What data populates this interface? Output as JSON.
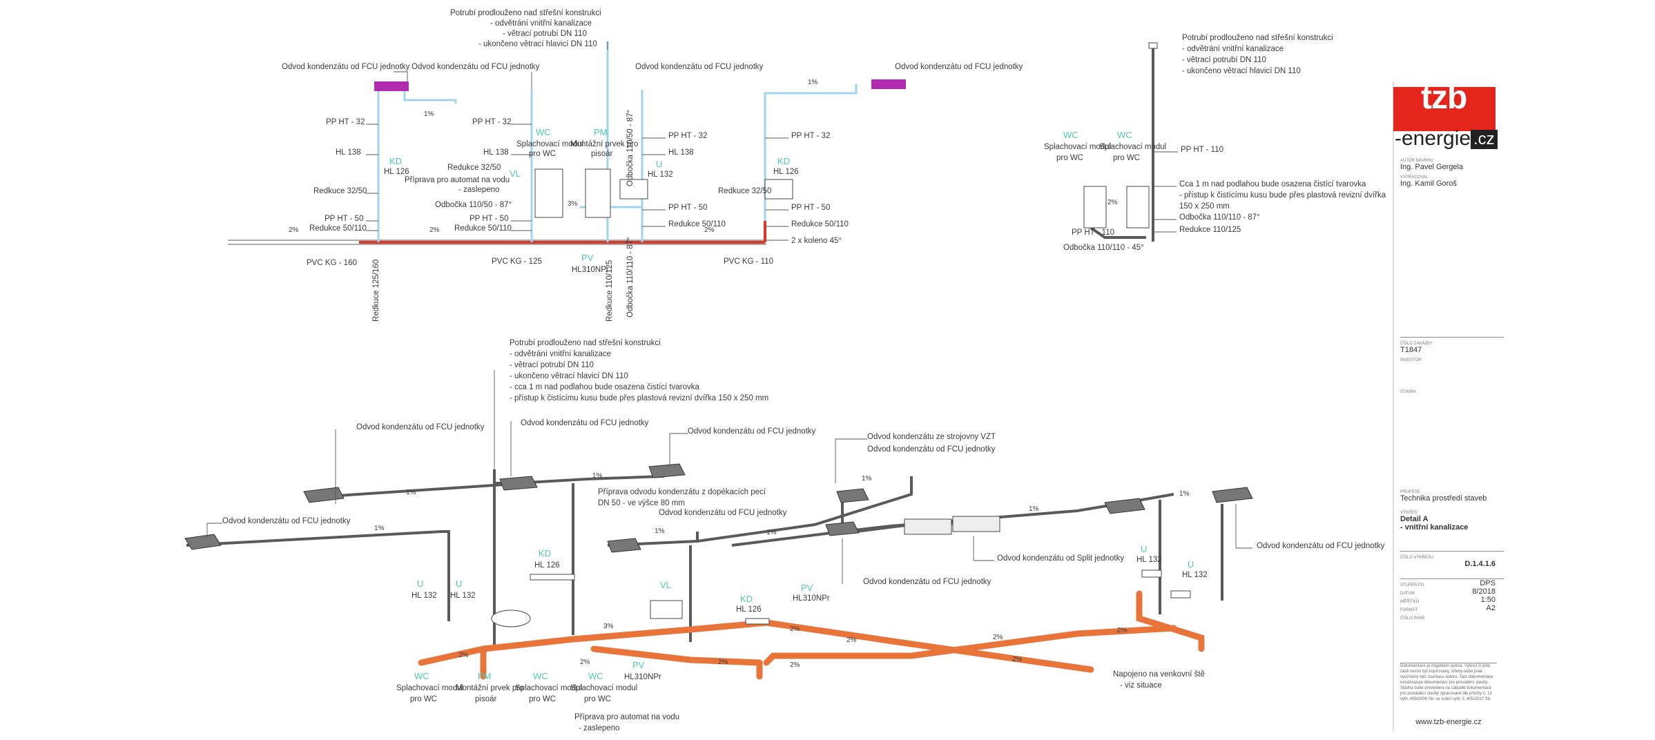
{
  "title_block": {
    "logo_main": "tzb",
    "logo_sub": "-energie",
    "logo_tld": ".cz",
    "author_label": "AUTOR NÁVRHU",
    "author": "Ing. Pavel Gergela",
    "drafter_label": "VYPRACOVAL",
    "drafter": "Ing. Kamil Goroš",
    "order_label": "ČÍSLO ZAKÁZKY",
    "order_no": "T1847",
    "investor_label": "INVESTOR",
    "building_label": "STAVBA",
    "profession_label": "PROFESE",
    "profession": "Technika prostředí staveb",
    "drawing_label": "VÝKRES",
    "drawing_title_1": "Detail A",
    "drawing_title_2": "- vnitřní kanalizace",
    "drawing_no_label": "ČÍSLO VÝKRESU",
    "drawing_no": "D.1.4.1.6",
    "stage_label": "STUPEŇ PD",
    "stage": "DPS",
    "date_label": "DATUM",
    "date": "8/2018",
    "scale_label": "MĚŘÍTKO",
    "scale": "1:50",
    "format_label": "FORMÁT",
    "format": "A2",
    "copy_label": "ČÍSLO PARE",
    "disclaimer": "Dokumentace je majetkem autora. Výkres či jeho části nesmí být kopírovány, šířeny nebo jinak využívány bez souhlasu autora. Tato dokumentace nenahrazuje dokumentaci pro provádění stavby. Stavba bude provedena na základě dokumentace pro provádění stavby zpracované dle přílohy č. 13 vyhl. 499/2006 Sb. ve znění vyhl. č. 405/2017 Sb.",
    "website": "www.tzb-energie.cz"
  },
  "top_left": {
    "roof_note": [
      "Potrubí prodlouženo nad střešní konstrukci",
      "- odvětrání vnitřní kanalizace",
      "- větrací potrubí DN 110",
      "- ukončeno větrací hlavicí DN 110"
    ],
    "fcu1": "Odvod kondenzátu od FCU jednotky",
    "fcu2": "Odvod kondenzátu od FCU jednotky",
    "fcu3": "Odvod kondenzátu od FCU jednotky",
    "fcu4": "Odvod kondenzátu od FCU jednotky",
    "pp32_a": "PP HT - 32",
    "pp32_b": "PP HT - 32",
    "pp32_c": "PP HT - 32",
    "pp32_d": "PP HT - 32",
    "hl138_a": "HL 138",
    "hl138_b": "HL 138",
    "hl138_c": "HL 138",
    "kd_code": "KD",
    "kd_hl": "HL 126",
    "kd2_code": "KD",
    "kd2_hl": "HL 126",
    "vl_code": "VL",
    "wc_code": "WC",
    "wc_label": [
      "Splachovací modul",
      "pro WC"
    ],
    "pm_code": "PM",
    "pm_label": [
      "Montážní prvek pro",
      "pisoár"
    ],
    "u_code": "U",
    "u_hl": "HL 132",
    "prep_auto": [
      "Příprava pro automat na vodu",
      "- zaslepeno"
    ],
    "red3250_a": "Redkuce 32/50",
    "red3250_b": "Redukce 32/50",
    "red3250_c": "Redkuce 32/50",
    "odb_110_50": "Odbočka 110/50 - 87°",
    "odb_110_50_v": "Odbočka 110/50 - 87°",
    "pp50_a": "PP HT - 50",
    "pp50_b": "PP HT - 50",
    "pp50_c": "PP HT - 50",
    "pp50_d": "PP HT - 50",
    "red50110_a": "Redukce 50/110",
    "red50110_b": "Redukce 50/110",
    "red50110_c": "Redukce 50/110",
    "red50110_d": "Redukce 50/110",
    "pvc160": "PVC KG - 160",
    "pvc125": "PVC KG - 125",
    "pvc110": "PVC KG - 110",
    "pv_code": "PV",
    "pv_hl": "HL310NPr",
    "red125160": "Redkuce 125/160",
    "red110125": "Redkuce 110/125",
    "odb110110": "Odbočka 110/110 - 87°",
    "koleno": "2 x koleno 45°",
    "slope1": "1%",
    "slope2": "2%",
    "slope3": "3%"
  },
  "top_right": {
    "roof_note": [
      "Potrubí prodlouženo nad střešní konstrukci",
      "- odvětrání vnitřní kanalizace",
      "- větrací potrubí DN 110",
      "- ukončeno větrací hlavicí DN 110"
    ],
    "wc_code": "WC",
    "wc_label": [
      "Splachovací modul",
      "pro WC"
    ],
    "pp110": "PP HT - 110",
    "pp110_b": "PP HT - 110",
    "cleanout": [
      "Cca 1 m nad podlahou bude osazena čistící tvarovka",
      "- přístup k čistícímu kusu bude přes plastová revizní dvířka",
      "150 x 250 mm"
    ],
    "odb87": "Odbočka 110/110 - 87°",
    "red110125": "Redukce 110/125",
    "odb45": "Odbočka 110/110 - 45°",
    "slope": "2%"
  },
  "iso": {
    "roof_note": [
      "Potrubí prodlouženo nad střešní konstrukci",
      "- odvětrání vnitřní kanalizace",
      "- větrací potrubí DN 110",
      "- ukončeno větrací hlavicí DN 110",
      "- cca 1 m nad podlahou bude osazena čistící tvarovka",
      "- přístup k čistícímu kusu bude přes plastová revizní dvířka 150 x 250 mm"
    ],
    "fcu": "Odvod kondenzátu od FCU jednotky",
    "vzt": "Odvod kondenzátu ze strojovny VZT",
    "split": "Odvod kondenzátu od Split jednotky",
    "bakery": [
      "Příprava odvodu kondenzátu z dopékacích pecí",
      "DN 50 - ve výšce 80 mm"
    ],
    "prep_auto": [
      "Příprava pro automat na vodu",
      "- zaslepeno"
    ],
    "connect": [
      "Napojeno na venkovní ště",
      "- viz situace"
    ],
    "u_code": "U",
    "hl132": "HL 132",
    "kd_code": "KD",
    "hl126": "HL 126",
    "vl_code": "VL",
    "pv_code": "PV",
    "pv_hl": "HL310NPr",
    "wc_code": "WC",
    "wc_label": [
      "Splachovací modul",
      "pro WC"
    ],
    "pm_code": "PM",
    "pm_label": [
      "Montážní prvek pro",
      "pisoár"
    ],
    "slope1": "1%",
    "slope2": "2%",
    "slope3": "3%"
  }
}
